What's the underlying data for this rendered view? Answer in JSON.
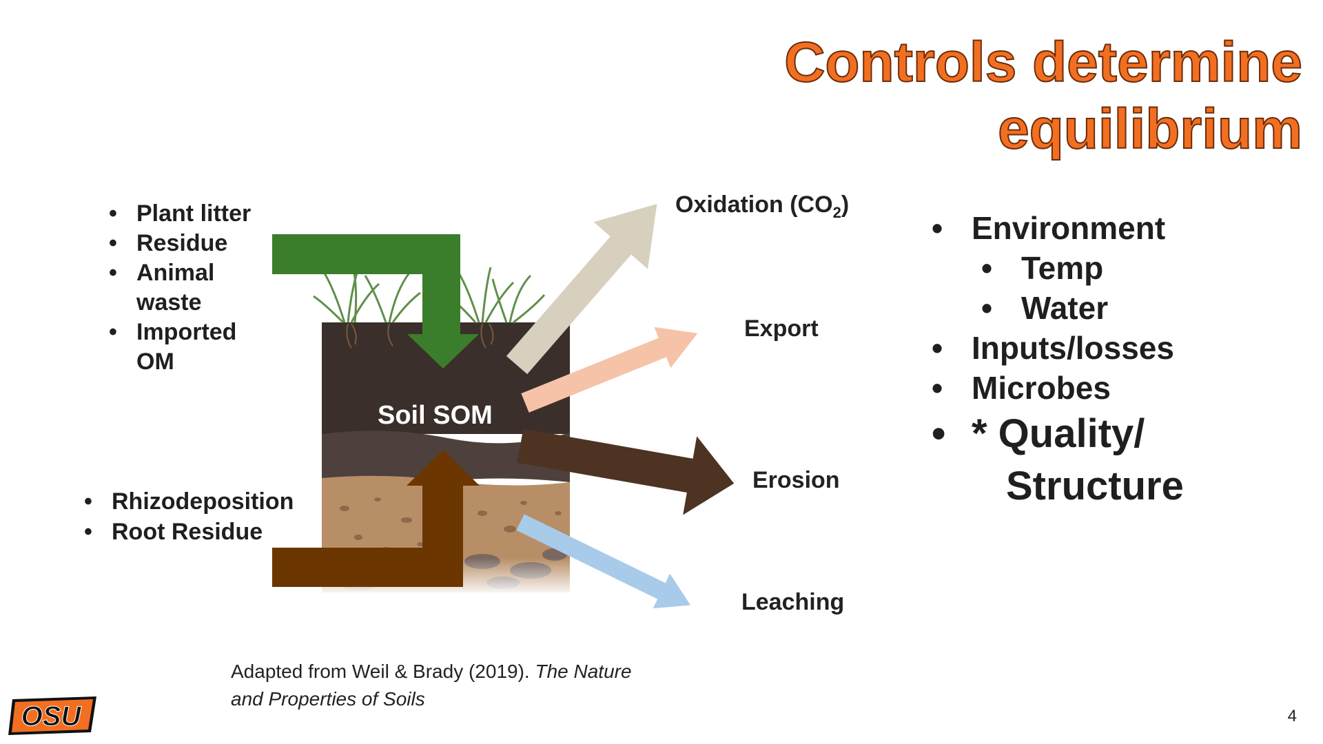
{
  "slide": {
    "title_line1": "Controls determine",
    "title_line2": "equilibrium",
    "page_number": "4"
  },
  "diagram": {
    "center_label": "Soil SOM",
    "input_labels": [
      "Plant litter",
      "Residue",
      "Animal waste",
      "Imported OM"
    ],
    "root_labels": [
      "Rhizodeposition",
      "Root Residue"
    ],
    "outputs": {
      "oxidation": "Oxidation (CO",
      "oxidation_subscript": "2",
      "oxidation_close": ")",
      "export": "Export",
      "erosion": "Erosion",
      "leaching": "Leaching"
    },
    "colors": {
      "input_arrow": "#3a7d2a",
      "root_arrow": "#6b3600",
      "oxidation_arrow": "#d8d0bf",
      "export_arrow": "#f6c3a8",
      "erosion_arrow": "#4e3322",
      "leaching_arrow": "#a8cbea",
      "soil_top": "#3a2f2b",
      "soil_mid": "#4e403c",
      "soil_sub": "#b88e66"
    }
  },
  "controls": {
    "items": [
      {
        "text": "Environment",
        "level": 1
      },
      {
        "text": "Temp",
        "level": 2
      },
      {
        "text": "Water",
        "level": 2
      },
      {
        "text": "Inputs/losses",
        "level": 1
      },
      {
        "text": "Microbes",
        "level": 1
      }
    ],
    "quality_line1": "* Quality/",
    "quality_line2": "Structure"
  },
  "citation": {
    "plain": "Adapted from Weil & Brady (2019). ",
    "italic_line1": "The Nature",
    "italic_line2": "and Properties of Soils"
  },
  "logo": {
    "text": "OSU",
    "color": "#f26f21"
  }
}
